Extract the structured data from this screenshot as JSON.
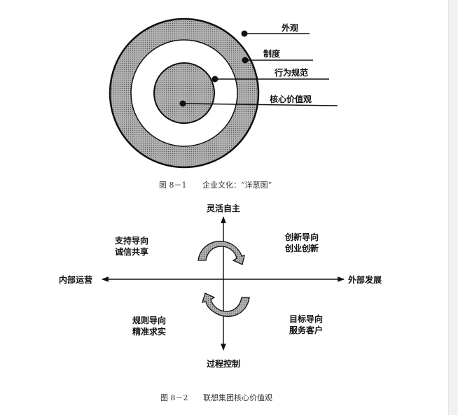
{
  "figure1": {
    "labels": [
      "外观",
      "制度",
      "行为规范",
      "核心价值观"
    ],
    "caption_number": "图 8－1",
    "caption_text": "企业文化：“洋葱图”"
  },
  "figure2": {
    "axis_top": "灵活自主",
    "axis_bottom": "过程控制",
    "axis_left": "内部运营",
    "axis_right": "外部发展",
    "quadrant_top_left": [
      "支持导向",
      "诚信共享"
    ],
    "quadrant_top_right": [
      "创新导向",
      "创业创新"
    ],
    "quadrant_bottom_left": [
      "规则导向",
      "精准求实"
    ],
    "quadrant_bottom_right": [
      "目标导向",
      "服务客户"
    ],
    "caption_number": "图 8－2",
    "caption_text": "联想集团核心价值观"
  }
}
